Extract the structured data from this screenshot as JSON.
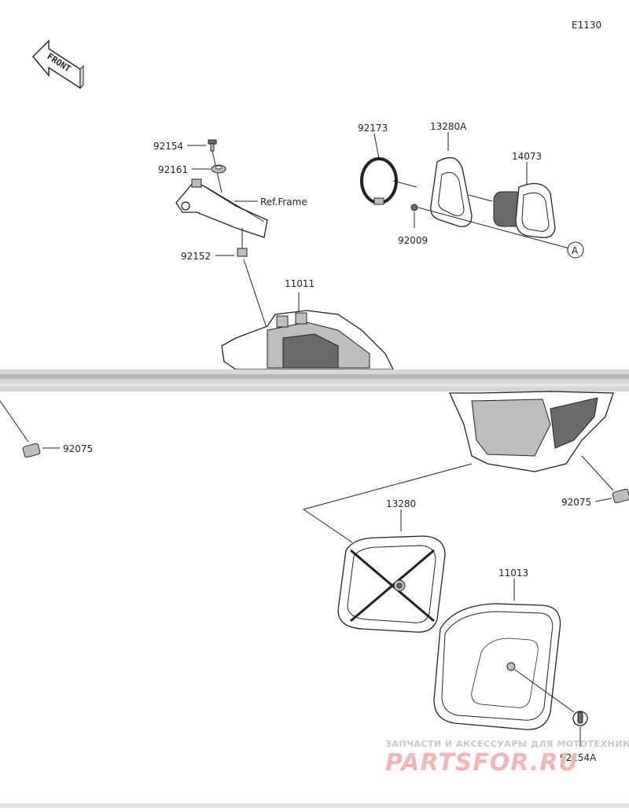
{
  "diagram_code": "E1130",
  "front_label": "FRONT",
  "labels": {
    "p92154": "92154",
    "p92161": "92161",
    "ref_frame": "Ref.Frame",
    "p92152": "92152",
    "p11011": "11011",
    "p92173": "92173",
    "p13280A": "13280A",
    "p14073": "14073",
    "p92009": "92009",
    "callout_a": "A",
    "p92075_left": "92075",
    "p92075_right": "92075",
    "p13280": "13280",
    "p11013": "11013",
    "p92154A": "92154A"
  },
  "watermark": {
    "small": "ЗАПЧАСТИ И АКСЕССУАРЫ ДЛЯ МОТОТЕХНИКИ",
    "big": "PARTSFOR.RU"
  }
}
